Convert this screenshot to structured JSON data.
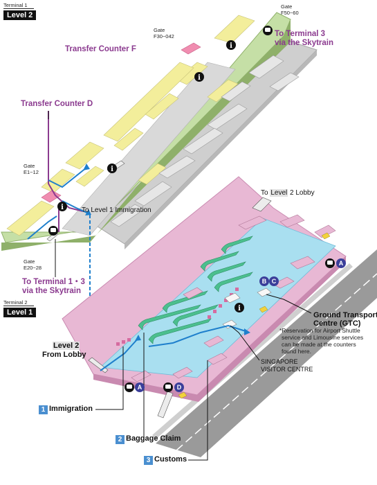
{
  "level2": {
    "terminal": "Terminal 1",
    "level": "Level 2",
    "gate_top_label": "Gate",
    "gate_top_range": "F50~60",
    "gate_mid_label": "Gate",
    "gate_mid_range": "F30~042",
    "transfer_f": "Transfer Counter F",
    "transfer_d": "Transfer Counter D",
    "to_t3_line1": "To Terminal 3",
    "to_t3_line2": "via the Skytrain",
    "gate_e1_label": "Gate",
    "gate_e1_range": "E1~12",
    "gate_e20_label": "Gate",
    "gate_e20_range": "E20~28",
    "to_t13_line1": "To Terminal 1・3",
    "to_t13_line2": "via the Skytrain",
    "to_l1_immigration": "To Level 1 Immigration"
  },
  "level1": {
    "terminal": "Terminal 2",
    "level": "Level 1",
    "to_l2_lobby_pre": "To ",
    "to_l2_lobby_hl": "Level",
    "to_l2_lobby_post": " 2 Lobby",
    "from_lobby_line1": "Level 2",
    "from_lobby_line2": "From Lobby",
    "gtc_line1": "Ground Transport",
    "gtc_line2": "Centre (GTC)",
    "gtc_note1": "*Reservation for Airport Shuttle",
    "gtc_note2": "service and Limousine services",
    "gtc_note3": "can be made at the counters",
    "gtc_note4": "found here.",
    "svc_line1": "SINGAPORE",
    "svc_line2": "VISITOR CENTRE",
    "bus_letter_a": "A",
    "bus_letter_b": "B",
    "bus_letter_c": "C",
    "bus_letter_d": "D"
  },
  "legend": [
    {
      "num": "1",
      "label": "Immigration"
    },
    {
      "num": "2",
      "label": "Baggage Claim"
    },
    {
      "num": "3",
      "label": "Customs"
    }
  ],
  "colors": {
    "level2_floor": "#c5dfa6",
    "level2_edge": "#8fb06a",
    "shop": "#f3ee9b",
    "transfer": "#f08db0",
    "level1_floor": "#a9dff0",
    "level1_frame": "#e8b8d4",
    "belt": "#4bbf8e",
    "grey_block": "#c8c8c8",
    "road": "#9a9a9a",
    "arrow": "#1e7fcc",
    "purple": "#8b3a8f",
    "legend_number": "#4a8fd0"
  }
}
